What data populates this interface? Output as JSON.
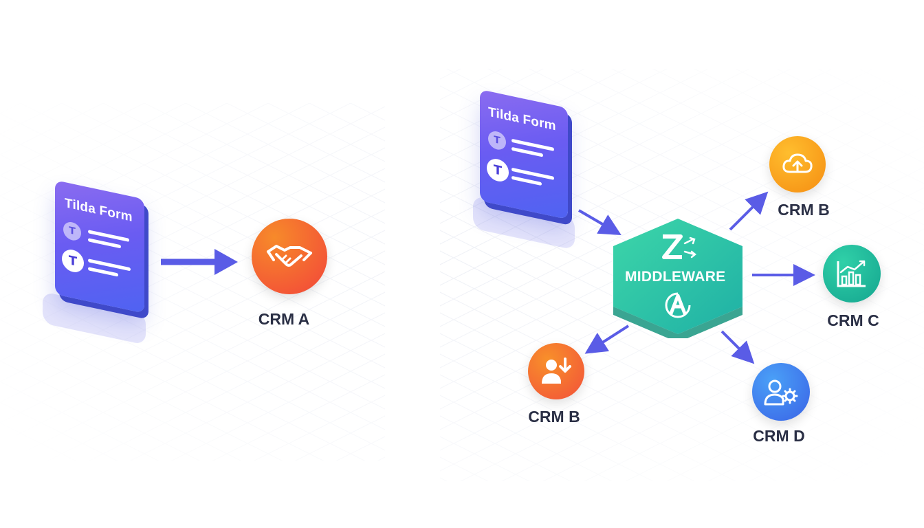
{
  "left_flow": {
    "form_title": "Tilda Form",
    "badge_letter": "T",
    "target_label": "CRM A",
    "target_icon": "handshake-icon"
  },
  "right_flow": {
    "form_title": "Tilda Form",
    "badge_letter": "T",
    "hub": {
      "label": "MIDDLEWARE",
      "top_icon": "zapier-z-icon",
      "bottom_icon": "a-logo-icon",
      "color": "#2cc4a4"
    },
    "targets": [
      {
        "label": "CRM B",
        "icon": "cloud-upload-icon",
        "color": "#f7a11a"
      },
      {
        "label": "CRM C",
        "icon": "bar-chart-icon",
        "color": "#1fb69a"
      },
      {
        "label": "CRM D",
        "icon": "user-gear-icon",
        "color": "#3d7df2"
      },
      {
        "label": "CRM B",
        "icon": "user-download-icon",
        "color": "#f26b2a"
      }
    ]
  },
  "colors": {
    "arrow": "#5a5ce6",
    "form_gradient_start": "#8b6cf0",
    "form_gradient_end": "#4f63f2",
    "crm_a": "#f25a3a"
  }
}
